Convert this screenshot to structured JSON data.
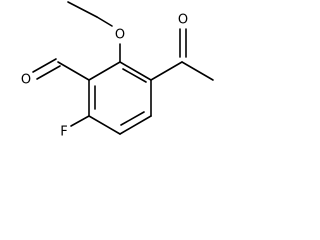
{
  "molecule": {
    "atoms": {
      "aldehyde_O": "O",
      "ether_O": "O",
      "ketone_O": "O",
      "fluorine": "F"
    }
  }
}
